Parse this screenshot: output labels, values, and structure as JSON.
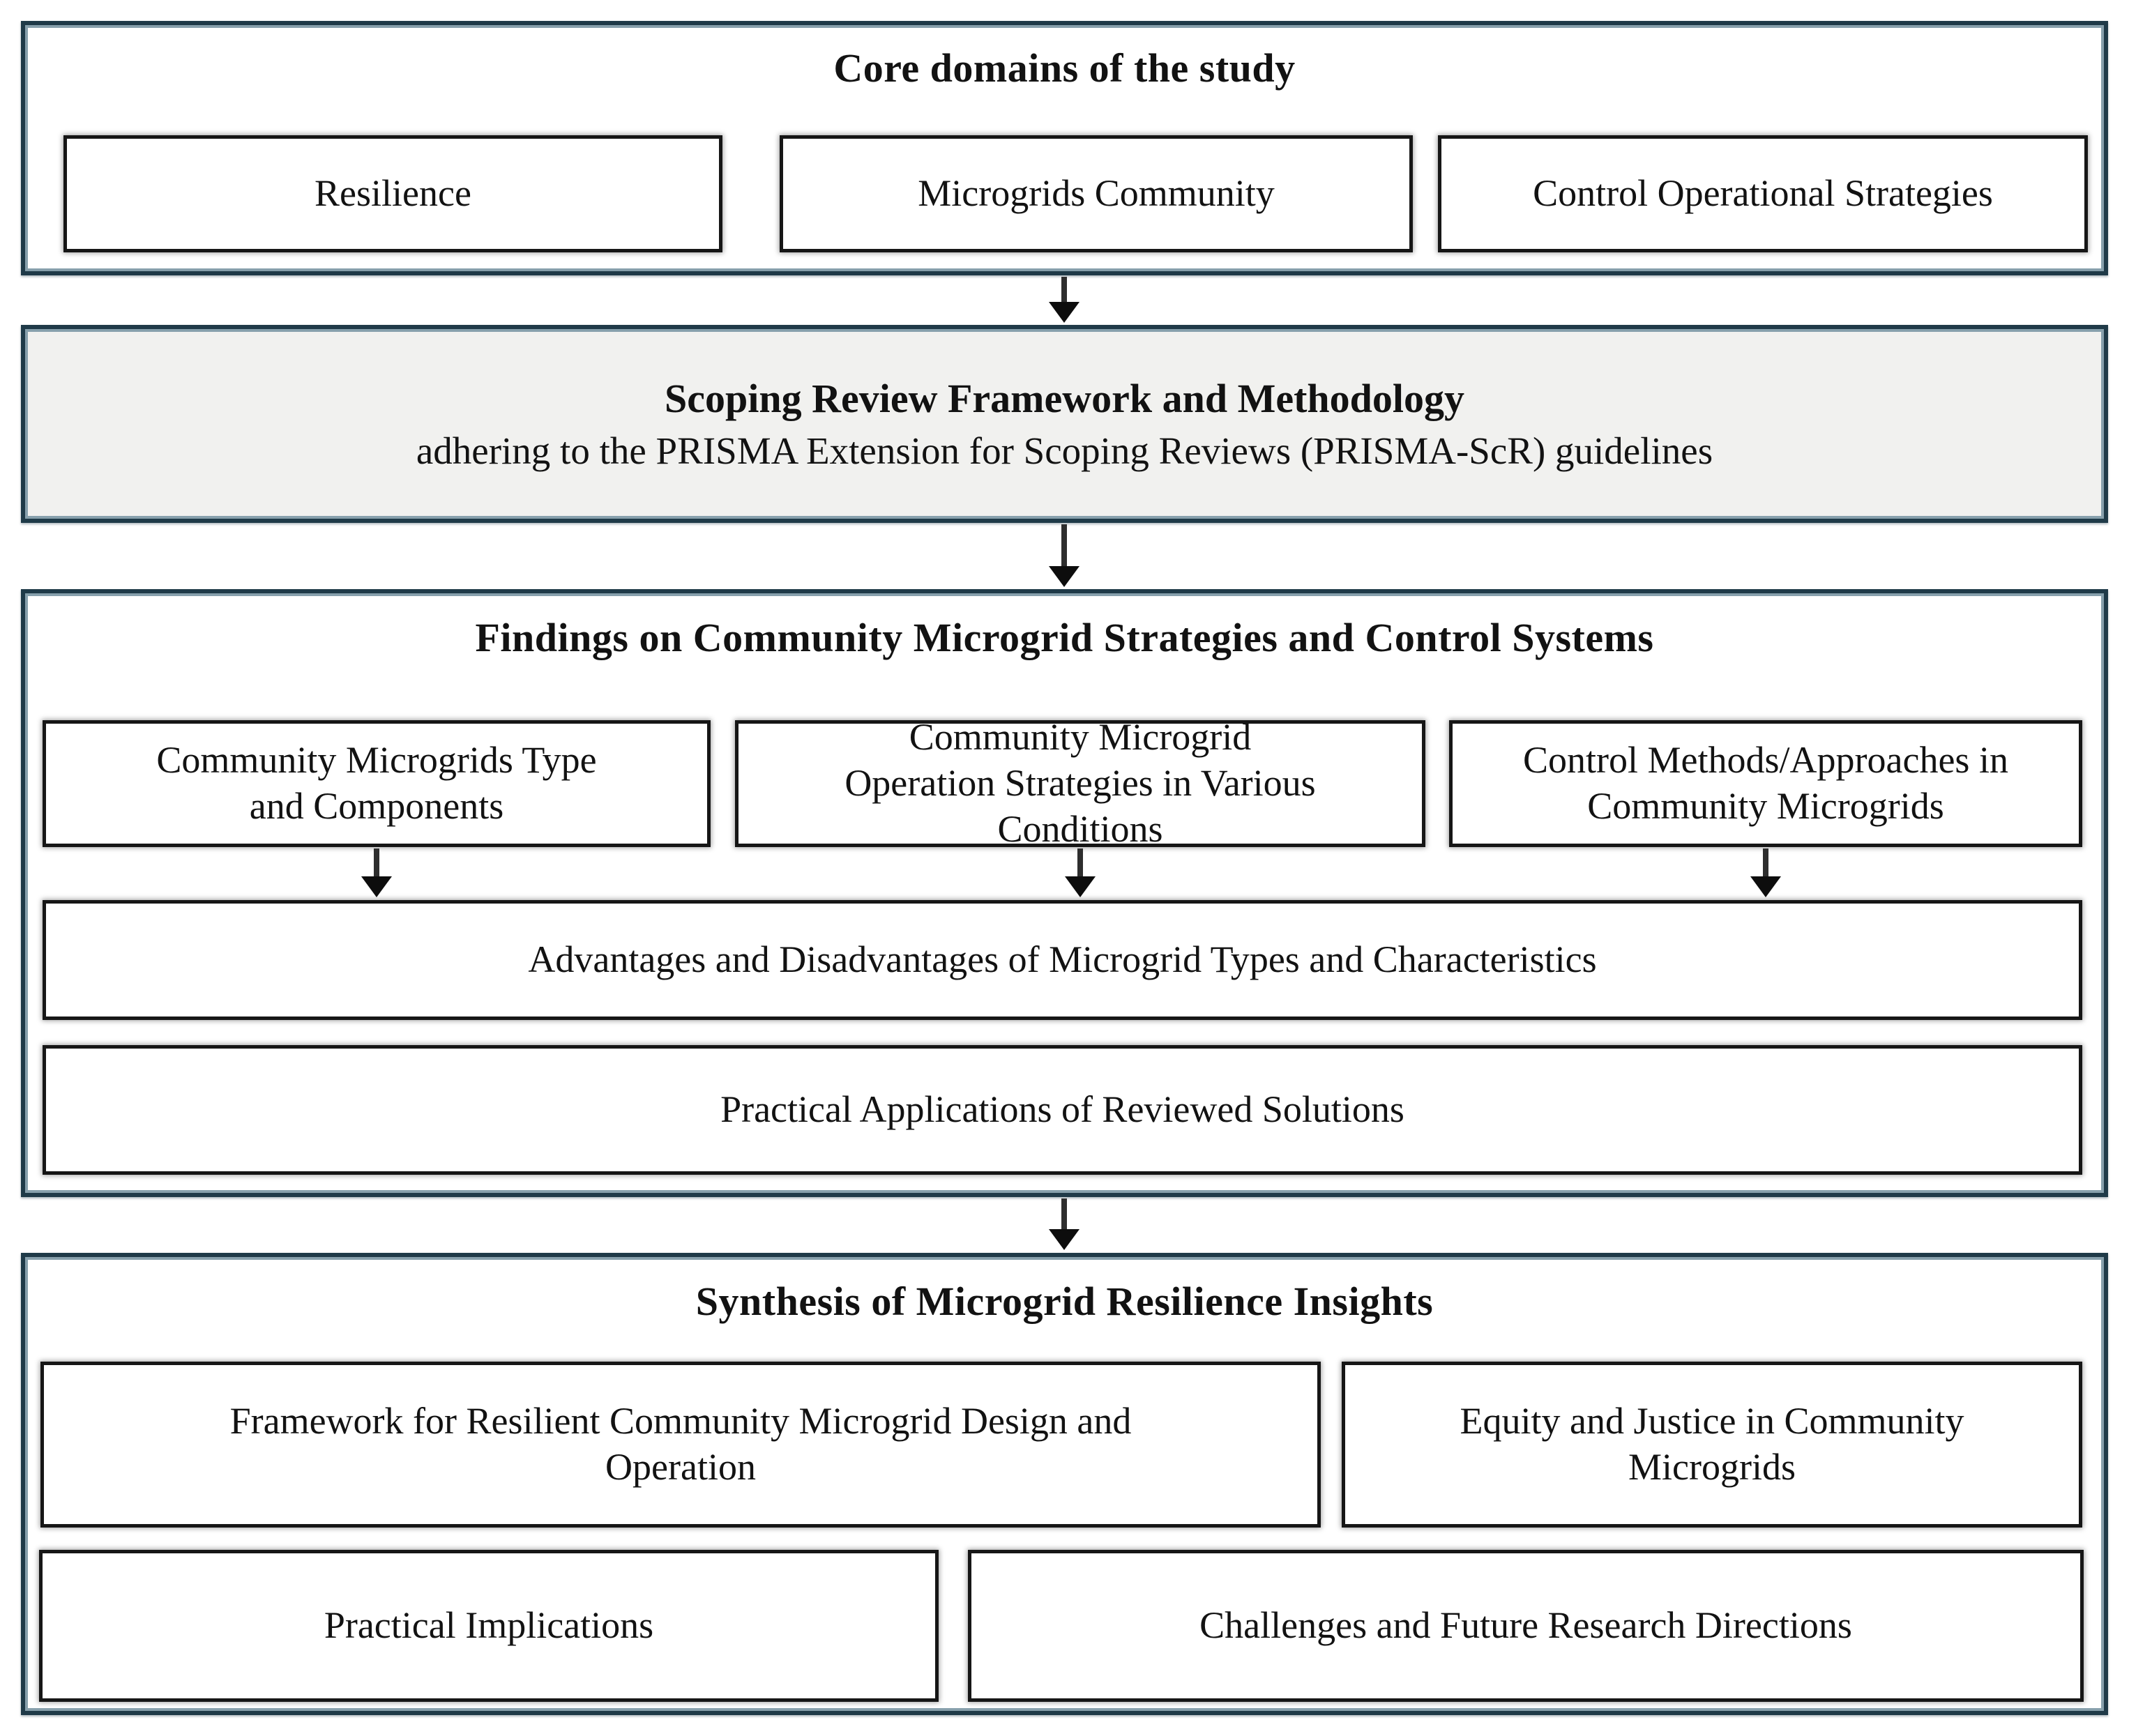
{
  "sections": {
    "core": {
      "title": "Core domains of the study",
      "items": [
        "Resilience",
        "Microgrids Community",
        "Control Operational Strategies"
      ]
    },
    "methodology": {
      "title": "Scoping Review Framework and Methodology",
      "subtitle": "adhering to the PRISMA Extension for Scoping Reviews (PRISMA-ScR) guidelines"
    },
    "findings": {
      "title": "Findings on Community Microgrid Strategies and Control Systems",
      "columns": [
        "Community Microgrids Type\nand Components",
        "Community Microgrid\nOperation Strategies in Various\nConditions",
        "Control Methods/Approaches in\nCommunity Microgrids"
      ],
      "full_rows": [
        "Advantages and Disadvantages of Microgrid Types and Characteristics",
        "Practical Applications of Reviewed Solutions"
      ]
    },
    "synthesis": {
      "title": "Synthesis of Microgrid Resilience Insights",
      "row1": [
        "Framework for Resilient Community Microgrid Design and\nOperation",
        "Equity and Justice in Community\nMicrogrids"
      ],
      "row2": [
        "Practical Implications",
        "Challenges and Future Research Directions"
      ]
    }
  },
  "colors": {
    "section_border": "#1f3a48",
    "section_inner_line": "#87a0ac",
    "inner_box_border": "#161616",
    "methodology_background": "#f1f1ef",
    "arrow": "#0d0d0d",
    "text": "#121212"
  }
}
